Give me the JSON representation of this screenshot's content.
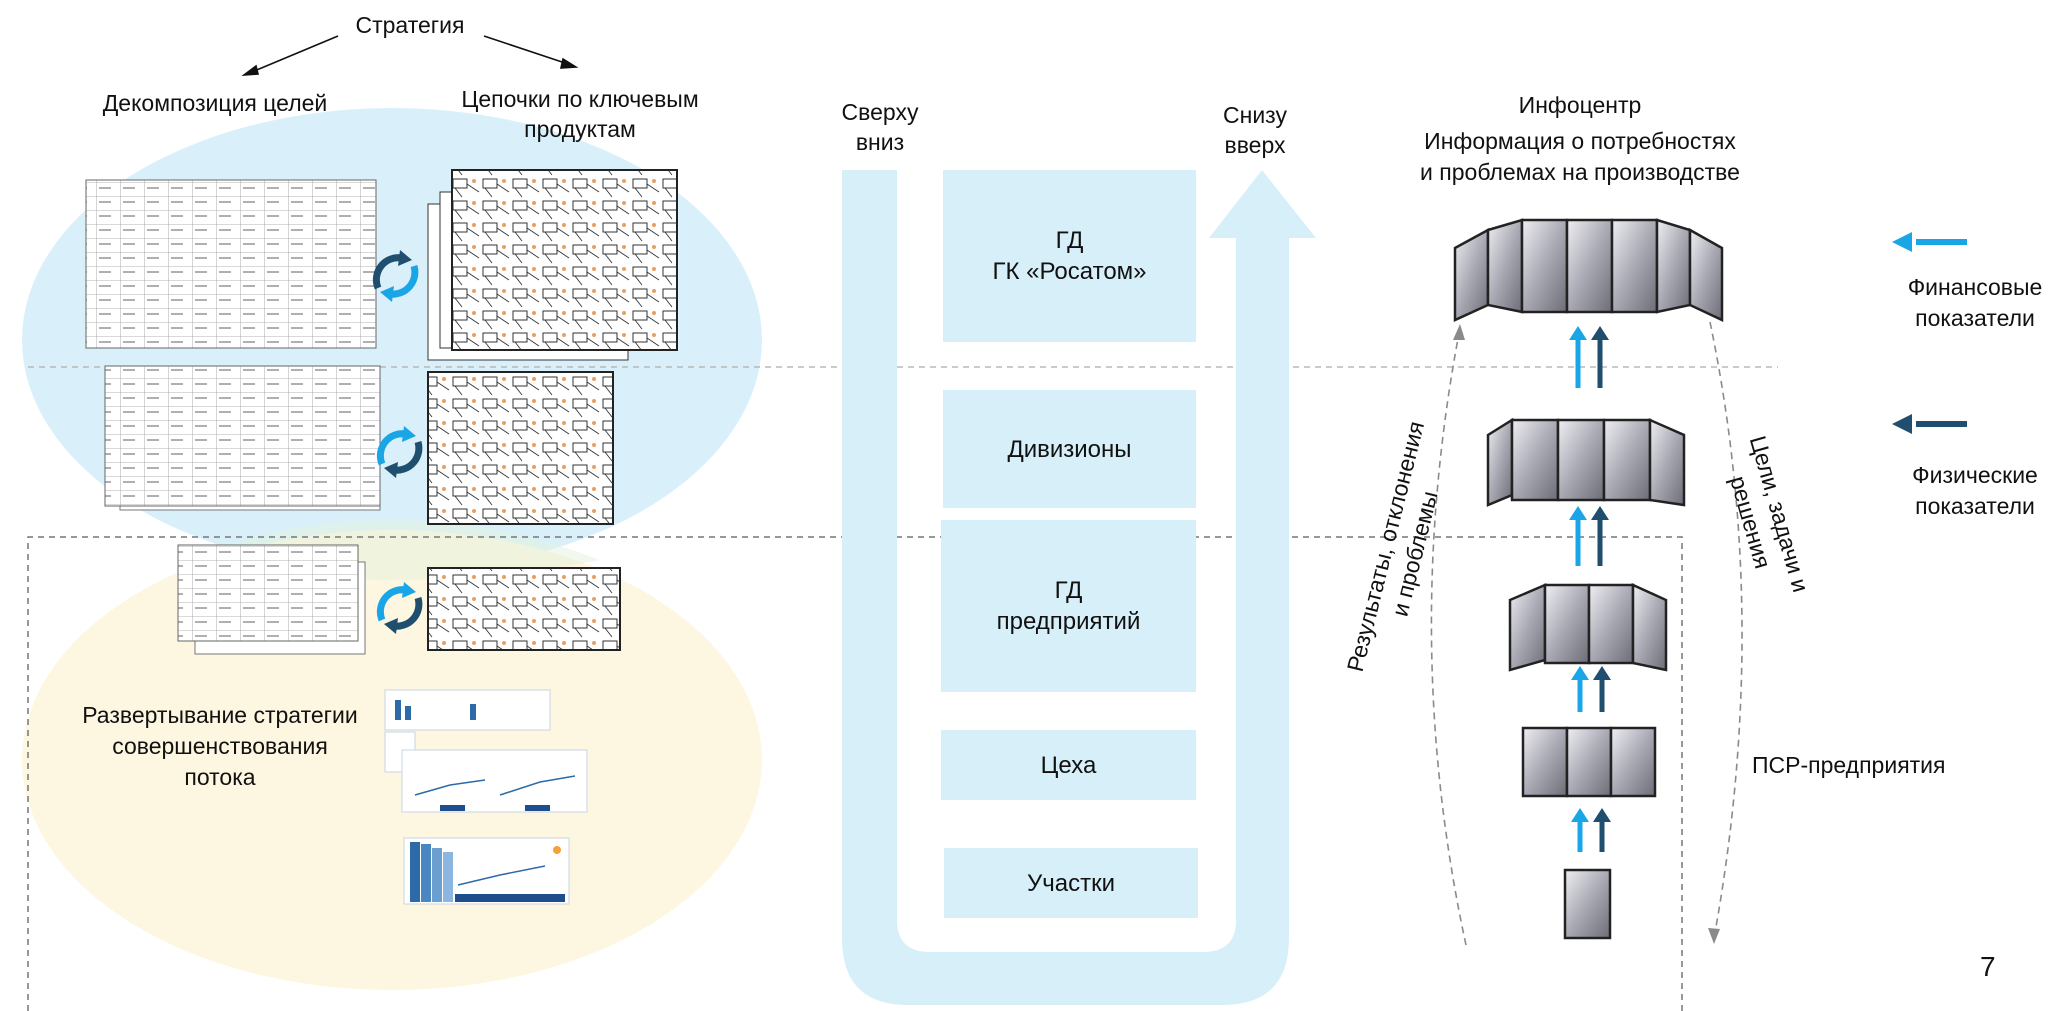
{
  "strategy": {
    "title": "Стратегия",
    "goal_decomposition": "Декомпозиция целей",
    "key_product_chains": "Цепочки по ключевым\nпродуктам",
    "flow_improvement": "Развертывание стратегии\nсовершенствования\nпотока"
  },
  "cascade": {
    "top_down": "Сверху\nвниз",
    "bottom_up": "Снизу\nвверх",
    "levels": [
      "ГД\nГК «Росатом»",
      "Дивизионы",
      "ГД\nпредприятий",
      "Цеха",
      "Участки"
    ]
  },
  "infocenter": {
    "title": "Инфоцентр",
    "subtitle": "Информация о потребностях\nи проблемах на производстве",
    "left_arc_label": "Результаты, отклонения\nи проблемы",
    "right_arc_label": "Цели, задачи и\nрешения",
    "psr_label": "ПСР-предприятия"
  },
  "legend": {
    "items": [
      {
        "label": "Финансовые\nпоказатели",
        "color": "#1aa6e6"
      },
      {
        "label": "Физические\nпоказатели",
        "color": "#1f4e6e"
      }
    ]
  },
  "page_number": "7"
}
